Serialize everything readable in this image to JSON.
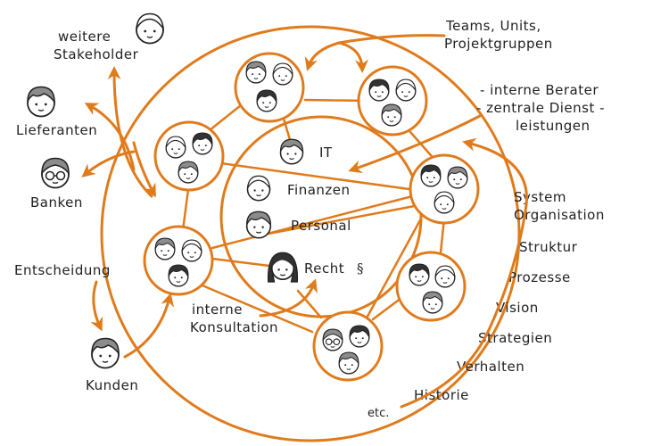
{
  "colors": {
    "accent": "#e07b1c",
    "face": "#ffffff",
    "hair_gray": "#8c8c8c",
    "hair_dark": "#333333",
    "line": "#222222"
  },
  "labels": {
    "weitere": "weitere",
    "stakeholder": "Stakeholder",
    "lieferanten": "Lieferanten",
    "banken": "Banken",
    "entscheidung": "Entscheidung",
    "kunden": "Kunden",
    "teams_line1": "Teams, Units,",
    "teams_line2": "Projektgruppen",
    "berater_line1": "- interne Berater",
    "berater_line2": "- zentrale Dienst -",
    "berater_line3": "leistungen",
    "it": "IT",
    "finanzen": "Finanzen",
    "personal": "Personal",
    "recht": "Recht",
    "paragraph": "§",
    "interne": "interne",
    "konsultation": "Konsultation",
    "system": "System",
    "organisation": "Organisation",
    "struktur": "Struktur",
    "prozesse": "Prozesse",
    "vision": "Vision",
    "strategien": "Strategien",
    "verhalten": "Verhalten",
    "historie": "Historie",
    "etc": "etc."
  },
  "icons": {
    "person": "person-face-icon",
    "glasses": "glasses-icon",
    "female": "female-face-icon",
    "arrow": "arrow-head-icon"
  }
}
